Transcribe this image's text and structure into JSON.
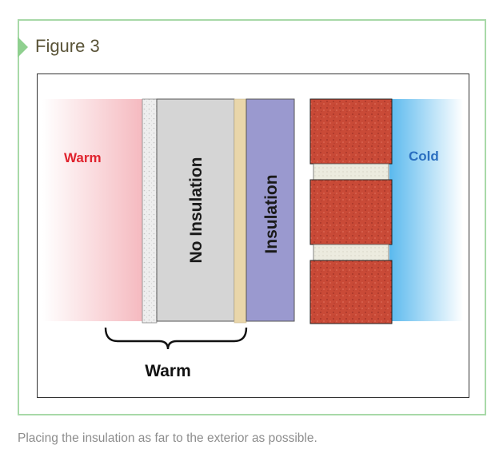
{
  "figure": {
    "title": "Figure 3",
    "caption": "Placing the insulation as far to the exterior as possible."
  },
  "diagram": {
    "warm_side_label": "Warm",
    "cold_side_label": "Cold",
    "no_insulation_label": "No Insulation",
    "insulation_label": "Insulation",
    "bracket_label": "Warm"
  },
  "colors": {
    "frame_border": "#a8d9a8",
    "warm_text": "#e0232e",
    "cold_text": "#2b6fc0",
    "insulation_fill": "#9a99cf",
    "no_insulation_fill": "#d5d5d5",
    "brick_fill": "#c94a37",
    "wood_fill": "#e9d6aa"
  }
}
